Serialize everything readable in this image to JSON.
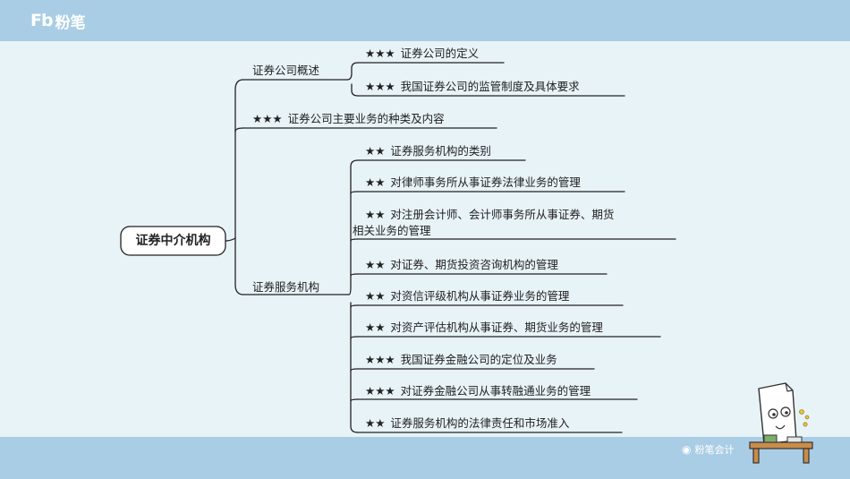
{
  "header": {
    "logo_mark": "Fb",
    "logo_text": "粉笔"
  },
  "root": {
    "label": "证券中介机构"
  },
  "branches": [
    {
      "label": "证券公司概述",
      "children": [
        {
          "stars": "★★★",
          "label": "证券公司的定义"
        },
        {
          "stars": "★★★",
          "label": "我国证券公司的监管制度及具体要求"
        }
      ]
    },
    {
      "stars": "★★★",
      "label": "证券公司主要业务的种类及内容"
    },
    {
      "label": "证券服务机构",
      "children": [
        {
          "stars": "★★",
          "label": "证券服务机构的类别"
        },
        {
          "stars": "★★",
          "label": "对律师事务所从事证券法律业务的管理"
        },
        {
          "stars": "★★",
          "label": "对注册会计师、会计师事务所从事证券、期货",
          "label2": "相关业务的管理"
        },
        {
          "stars": "★★",
          "label": "对证券、期货投资咨询机构的管理"
        },
        {
          "stars": "★★",
          "label": "对资信评级机构从事证券业务的管理"
        },
        {
          "stars": "★★",
          "label": "对资产评估机构从事证券、期货业务的管理"
        },
        {
          "stars": "★★★",
          "label": "我国证券金融公司的定位及业务"
        },
        {
          "stars": "★★★",
          "label": "对证券金融公司从事转融通业务的管理"
        },
        {
          "stars": "★★",
          "label": "证券服务机构的法律责任和市场准入"
        }
      ]
    }
  ],
  "footer": {
    "watermark": "粉笔会计"
  }
}
